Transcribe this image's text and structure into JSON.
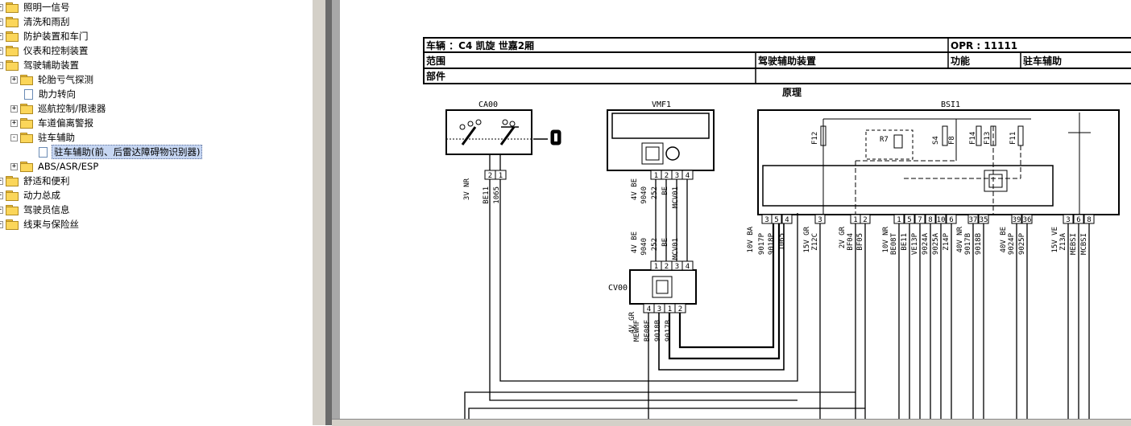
{
  "tree": {
    "items": [
      {
        "label": "照明一信号",
        "type": "folder",
        "level": 0,
        "expander": "+"
      },
      {
        "label": "清洗和雨刮",
        "type": "folder",
        "level": 0,
        "expander": "+"
      },
      {
        "label": "防护装置和车门",
        "type": "folder",
        "level": 0,
        "expander": "+"
      },
      {
        "label": "仪表和控制装置",
        "type": "folder",
        "level": 0,
        "expander": "+"
      },
      {
        "label": "驾驶辅助装置",
        "type": "folder",
        "level": 0,
        "expander": "-"
      },
      {
        "label": "轮胎亏气探测",
        "type": "folder",
        "level": 1,
        "expander": "+"
      },
      {
        "label": "助力转向",
        "type": "doc",
        "level": 1,
        "expander": ""
      },
      {
        "label": "巡航控制/限速器",
        "type": "folder",
        "level": 1,
        "expander": "+"
      },
      {
        "label": "车道偏离警报",
        "type": "folder",
        "level": 1,
        "expander": "+"
      },
      {
        "label": "驻车辅助",
        "type": "folder",
        "level": 1,
        "expander": "-"
      },
      {
        "label": "驻车辅助(前、后雷达障碍物识别器)",
        "type": "doc",
        "level": 2,
        "expander": "",
        "selected": true
      },
      {
        "label": "ABS/ASR/ESP",
        "type": "folder",
        "level": 1,
        "expander": "+"
      },
      {
        "label": "舒适和便利",
        "type": "folder",
        "level": 0,
        "expander": "+"
      },
      {
        "label": "动力总成",
        "type": "folder",
        "level": 0,
        "expander": "+"
      },
      {
        "label": "驾驶员信息",
        "type": "folder",
        "level": 0,
        "expander": "+"
      },
      {
        "label": "线束与保险丝",
        "type": "folder",
        "level": 0,
        "expander": "+"
      }
    ]
  },
  "diagram": {
    "vehicle": "车辆 ：C4 凯旋  世嘉2厢",
    "opr": "OPR : 11111",
    "range_label": "范围",
    "range_value": "驾驶辅助装置",
    "function_label": "功能",
    "function_value": "驻车辅助",
    "part_label": "部件",
    "principle": "原理",
    "components": {
      "ca00": "CA00",
      "vmf1": "VMF1",
      "bsi1": "BSI1",
      "cv00": "CV00"
    },
    "bsi_internal": {
      "f12": "F12",
      "r7": "R7",
      "s4": "S4",
      "f8": "F8",
      "f14": "F14",
      "f13": "F13",
      "f11": "F11"
    },
    "ca00_pins": [
      "2",
      "1"
    ],
    "ca00_conn": "3V NR",
    "ca00_wires": [
      "BE11",
      "1065"
    ],
    "vmf1_pins": [
      "1",
      "2",
      "3",
      "4"
    ],
    "vmf1_conn": "4V BE",
    "vmf1_wires": [
      "9040",
      "252",
      "BE",
      "MCV01"
    ],
    "cv00_top_pins": [
      "1",
      "2",
      "3",
      "4"
    ],
    "cv00_top_conn": "4V BE",
    "cv00_top_wires": [
      "9040",
      "252",
      "BE",
      "MCV01"
    ],
    "cv00_bottom_pins": [
      "4",
      "3",
      "1",
      "2"
    ],
    "cv00_bottom_conn": "4V GR",
    "cv00_bottom_wires": [
      "MEWMF",
      "BE08F",
      "9018B",
      "9017B"
    ],
    "bsi_pins": [
      "3",
      "5",
      "4",
      "3",
      "1",
      "2",
      "1",
      "5",
      "7",
      "8",
      "10",
      "6",
      "37",
      "35",
      "39",
      "36",
      "3",
      "6",
      "8"
    ],
    "bsi_conns": [
      "10V BA",
      "15V GR",
      "2V GR",
      "10V NR",
      "40V NR",
      "40V BE",
      "15V VE"
    ],
    "bsi_wires": [
      "9017P",
      "9018P",
      "1065",
      "Z12C",
      "BF04",
      "BF05",
      "BE08T",
      "BE11",
      "VE13P",
      "9024A",
      "9025A",
      "Z14P",
      "9017B",
      "9018B",
      "9024P",
      "9025P",
      "Z13A",
      "MEBSI",
      "MCBSI"
    ]
  },
  "colors": {
    "tree_selection": "#c6d6f2",
    "splitter": "#d4d0c8",
    "folder": "#fbd65a"
  }
}
